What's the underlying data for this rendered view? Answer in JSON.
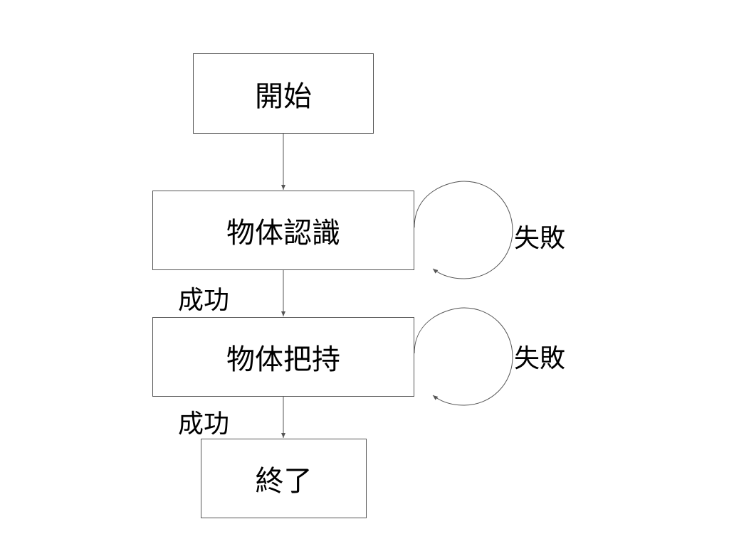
{
  "nodes": {
    "start": "開始",
    "recognition": "物体認識",
    "grasp": "物体把持",
    "end": "終了"
  },
  "edges": {
    "success_label_1": "成功",
    "success_label_2": "成功",
    "fail_label_1": "失敗",
    "fail_label_2": "失敗"
  },
  "colors": {
    "line": "#555555",
    "text": "#000000",
    "background": "#ffffff"
  }
}
